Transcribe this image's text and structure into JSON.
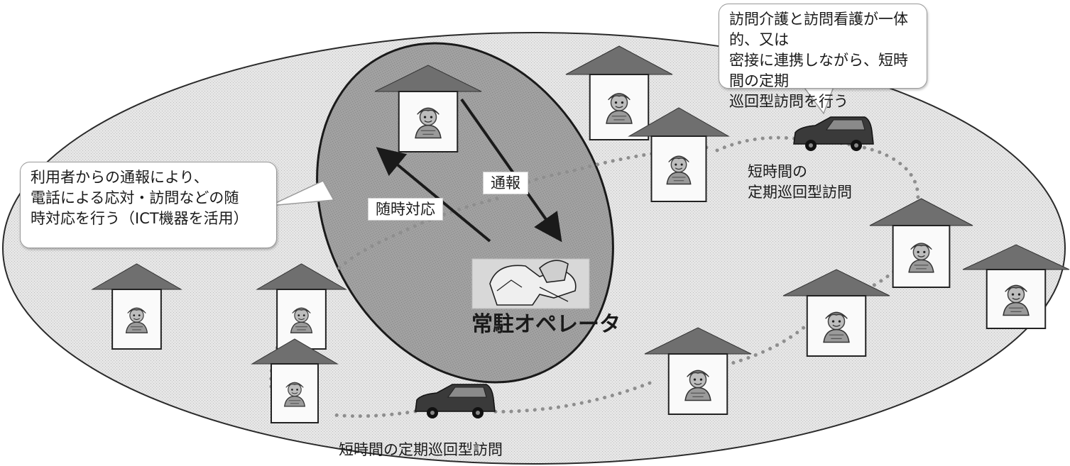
{
  "callouts": {
    "top_right": {
      "lines": [
        "訪問介護と訪問看護が一体的、又は",
        "密接に連携しながら、短時間の定期",
        "巡回型訪問を行う"
      ]
    },
    "left": {
      "lines": [
        "利用者からの通報により、",
        "電話による応対・訪問などの随",
        "時対応を行う（ICT機器を活用）"
      ]
    }
  },
  "operator_zone": {
    "tag_report": "通報",
    "tag_response": "随時対応",
    "operator_label": "常駐オペレータ"
  },
  "route_labels": {
    "right": [
      "短時間の",
      "定期巡回型訪問"
    ],
    "bottom": "短時間の定期巡回型訪問"
  },
  "icons": {
    "house": "house-icon",
    "person": "elderly-person-icon",
    "car": "car-icon",
    "operator": "operator-desk-icon"
  },
  "colors": {
    "region_fill": "#e2e2e2",
    "operator_fill": "#9c9c9c",
    "roof": "#6f6f6f",
    "route_dots": "#8e8e8e",
    "car_body": "#3a3a3a"
  }
}
